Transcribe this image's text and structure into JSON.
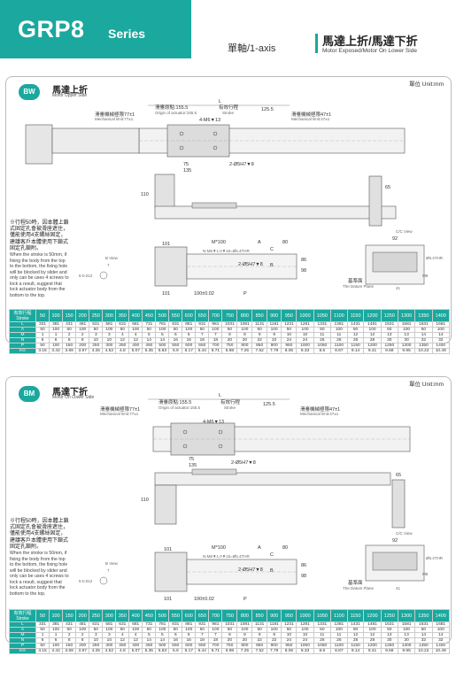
{
  "header": {
    "title": "GRP8",
    "series": "Series",
    "axis": "單軸/1-axis",
    "zh_title": "馬達上折/馬達下折",
    "en_title": "Motor Exposed/Motor On Lower Side"
  },
  "sections": [
    {
      "badge": "BW",
      "zh": "馬達上折",
      "en": "Motor Upper Side",
      "unit": "單位 Unit:mm",
      "dims": {
        "L": "L",
        "origin_zh": "滑臺原點:155.5",
        "origin_en": "Origin of actuator:155.5",
        "stroke_zh": "有效行程",
        "stroke_en": "Stroke",
        "d125": "125.5",
        "mech_left_zh": "滑臺機械極限77±1",
        "mech_left_en": "Mechanical limit:77±1",
        "mech_right_zh": "滑臺機械極限47±1",
        "mech_right_en": "Mechanical limit:47±1",
        "m6": "4-M6▼13",
        "d135": "135",
        "d75": "75",
        "hole": "2-Ø5H7▼8",
        "d110": "110",
        "d101": "101",
        "m100": "M*100",
        "A": "A",
        "d80": "80",
        "nm6": "N-M6▼1.0▼15=Ø5.4THR",
        "hole2": "2-Ø5H7▼8",
        "d86": "86",
        "d98": "98",
        "d100": "100±0.02",
        "P": "P",
        "C": "C",
        "B": "B",
        "bview": "B View",
        "cview": "C/C View",
        "d5": "5-0.012",
        "d7": "7",
        "d65": "65",
        "d92": "92",
        "datum_zh": "基準面",
        "datum_en": "The Datum Plane",
        "d25": "Ø5.4THR",
        "m8": "M8",
        "d41": "41"
      },
      "note_zh": "※行程50時，因本體上鎖式固定孔會被滑座遮住，僅能使用4支螺絲固定，建議客戶本體使用下鎖式固定孔鎖附。",
      "note_en": "When the stroke is 50mm, if fixing the body from the top to the bottom, the fixing hole will be blocked by slider and only can be uses 4 screws to lock a result, suggest that lock actuator body from the bottom to the top."
    },
    {
      "badge": "BM",
      "zh": "馬達下折",
      "en": "Motor On Lower Side",
      "unit": "單位 Unit:mm",
      "dims": {
        "L": "L",
        "origin_zh": "滑臺原點:155.5",
        "origin_en": "Origin of actuator:155.5",
        "stroke_zh": "有效行程",
        "stroke_en": "Stroke",
        "d125": "125.5",
        "mech_left_zh": "滑臺機械極限77±1",
        "mech_left_en": "Mechanical limit:77±1",
        "mech_right_zh": "滑臺機械極限47±1",
        "mech_right_en": "Mechanical limit:47±1",
        "m6": "4-M6▼13",
        "d135": "135",
        "d75": "75",
        "hole": "2-Ø5H7▼8",
        "d110": "110",
        "d101": "101",
        "m100": "M*100",
        "A": "A",
        "d80": "80",
        "nm6": "N-M6▼1.0▼15=Ø5.4THR",
        "hole2": "2-Ø5H7▼8",
        "d86": "86",
        "d98": "98",
        "d100": "100±0.02",
        "P": "P",
        "C": "C",
        "B": "B",
        "bview": "B View",
        "cview": "C/C View",
        "d5": "5-0.012",
        "d7": "7",
        "d65": "65",
        "d92": "92",
        "datum_zh": "基準面",
        "datum_en": "The Datum Plane",
        "d25": "Ø5.4THR",
        "m8": "M8",
        "d41": "41"
      },
      "note_zh": "※行程50時，因本體上鎖式固定孔會被滑座遮住，僅能使用4支螺絲固定，建議客戶本體使用下鎖式固定孔鎖附。",
      "note_en": "When the stroke is 50mm, if fixing the body from the top to the bottom, the fixing hole will be blocked by slider and only can be uses 4 screws to lock a result, suggest that lock actuator body from the bottom to the top."
    }
  ],
  "table": {
    "head_zh": "有效行程",
    "head_en": "Stroke",
    "strokes": [
      "50",
      "100",
      "150",
      "200",
      "250",
      "300",
      "350",
      "400",
      "450",
      "500",
      "550",
      "600",
      "650",
      "700",
      "750",
      "800",
      "850",
      "900",
      "950",
      "1000",
      "1050",
      "1100",
      "1150",
      "1200",
      "1250",
      "1300",
      "1350",
      "1400"
    ],
    "rows": [
      {
        "label": "L",
        "values": [
          "331",
          "381",
          "431",
          "481",
          "531",
          "581",
          "631",
          "681",
          "731",
          "781",
          "831",
          "881",
          "931",
          "981",
          "1031",
          "1081",
          "1131",
          "1181",
          "1231",
          "1281",
          "1331",
          "1381",
          "1431",
          "1481",
          "1531",
          "1581",
          "1631",
          "1681"
        ]
      },
      {
        "label": "A",
        "values": [
          "50",
          "100",
          "50",
          "100",
          "50",
          "100",
          "50",
          "100",
          "50",
          "100",
          "50",
          "100",
          "50",
          "100",
          "50",
          "100",
          "50",
          "100",
          "50",
          "100",
          "50",
          "100",
          "50",
          "100",
          "50",
          "100",
          "50",
          "100"
        ]
      },
      {
        "label": "M",
        "values": [
          "1",
          "1",
          "2",
          "2",
          "3",
          "3",
          "4",
          "4",
          "5",
          "5",
          "6",
          "6",
          "7",
          "7",
          "8",
          "8",
          "9",
          "9",
          "10",
          "10",
          "11",
          "11",
          "12",
          "12",
          "13",
          "13",
          "14",
          "14"
        ]
      },
      {
        "label": "N",
        "values": [
          "6",
          "6",
          "8",
          "8",
          "10",
          "10",
          "12",
          "12",
          "14",
          "14",
          "16",
          "16",
          "18",
          "18",
          "20",
          "20",
          "22",
          "22",
          "24",
          "24",
          "26",
          "26",
          "28",
          "28",
          "30",
          "30",
          "32",
          "32"
        ]
      },
      {
        "label": "P",
        "values": [
          "50",
          "100",
          "150",
          "200",
          "250",
          "300",
          "350",
          "400",
          "450",
          "500",
          "550",
          "600",
          "650",
          "700",
          "750",
          "800",
          "850",
          "900",
          "950",
          "1000",
          "1050",
          "1100",
          "1150",
          "1200",
          "1250",
          "1300",
          "1350",
          "1400"
        ]
      },
      {
        "label": "KG",
        "values": [
          "3.15",
          "3.42",
          "3.69",
          "3.97",
          "4.25",
          "4.52",
          "4.8",
          "5.07",
          "5.35",
          "5.63",
          "5.9",
          "6.17",
          "6.44",
          "6.71",
          "6.98",
          "7.25",
          "7.52",
          "7.79",
          "8.06",
          "8.33",
          "8.6",
          "8.87",
          "9.14",
          "9.41",
          "9.68",
          "9.95",
          "10.22",
          "10.49"
        ]
      }
    ]
  },
  "colors": {
    "accent": "#1ba89e"
  }
}
